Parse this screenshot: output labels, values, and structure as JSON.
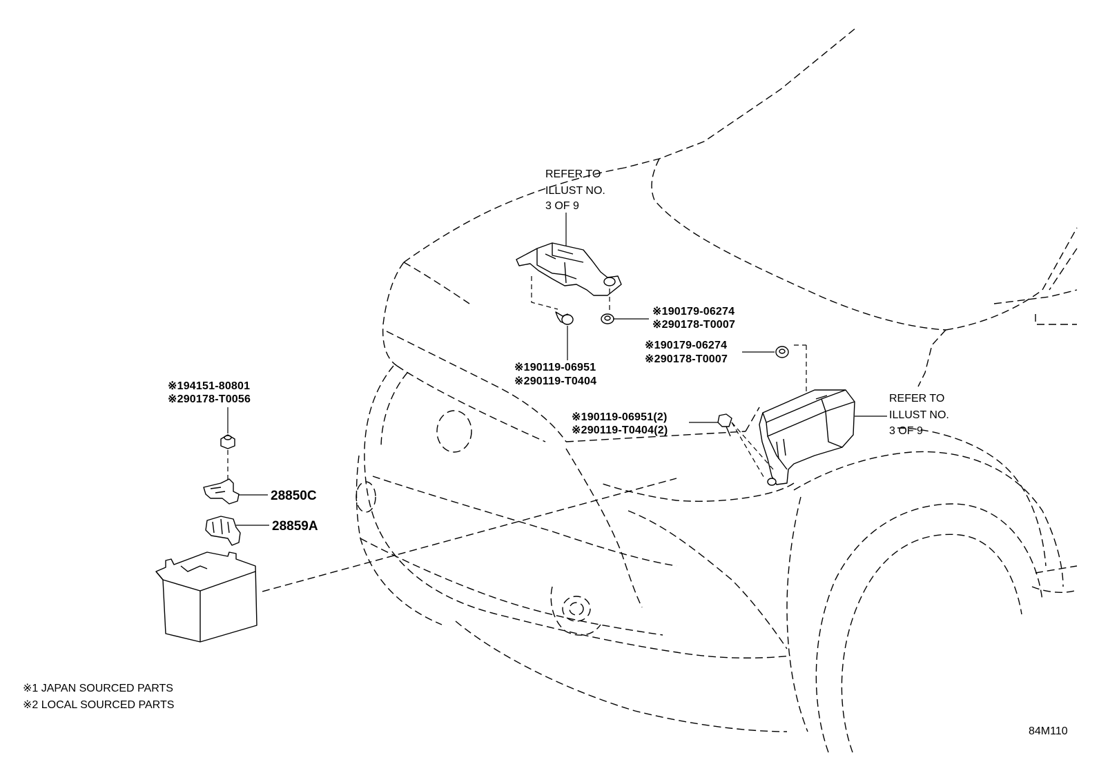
{
  "diagram": {
    "refer_top": [
      "REFER TO",
      "ILLUST NO.",
      "3 OF 9"
    ],
    "refer_right": [
      "REFER TO",
      "ILLUST NO.",
      "3 OF 9"
    ],
    "nut_top": [
      "※190179-06274",
      "※290178-T0007"
    ],
    "nut_right": [
      "※190179-06274",
      "※290178-T0007"
    ],
    "bolt_top": [
      "※190119-06951",
      "※290119-T0404"
    ],
    "bolt_right": [
      "※190119-06951(2)",
      "※290119-T0404(2)"
    ],
    "battery_nut": [
      "※194151-80801",
      "※290178-T0056"
    ],
    "clamp_part": "28850C",
    "hold_part": "28859A",
    "notes": [
      "※1 JAPAN SOURCED PARTS",
      "※2 LOCAL SOURCED PARTS"
    ],
    "illustration_code": "84M110"
  }
}
